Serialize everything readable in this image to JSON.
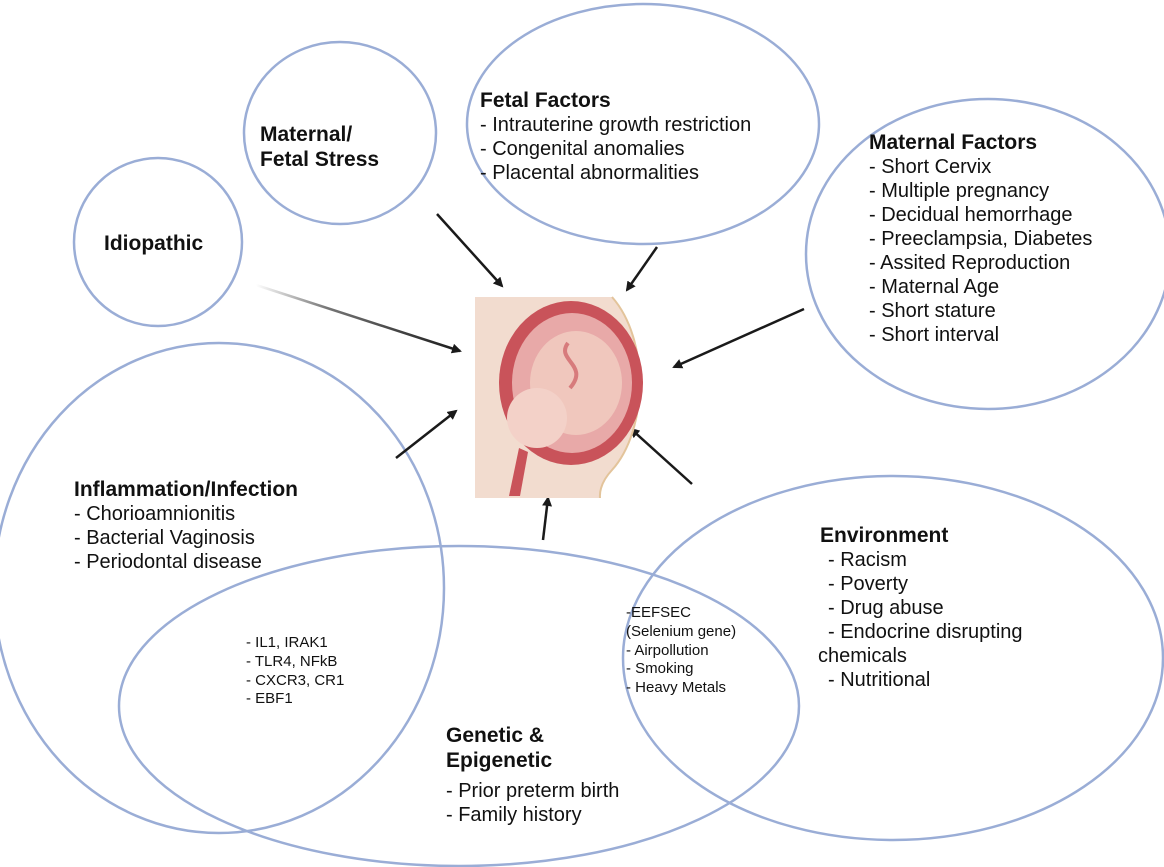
{
  "colors": {
    "circle_stroke": "#9aadd6",
    "arrow": "#1a1a1a",
    "uterus": "#c9535a",
    "skin": "#f2dccf"
  },
  "idiopathic": {
    "title": "Idiopathic"
  },
  "stress": {
    "title_line1": "Maternal/",
    "title_line2": "Fetal Stress"
  },
  "fetal": {
    "title": "Fetal Factors",
    "items": [
      "- Intrauterine growth restriction",
      "- Congenital anomalies",
      "- Placental abnormalities"
    ]
  },
  "maternal": {
    "title": "Maternal Factors",
    "items": [
      "- Short Cervix",
      "- Multiple pregnancy",
      "- Decidual hemorrhage",
      "- Preeclampsia, Diabetes",
      "- Assited Reproduction",
      "- Maternal Age",
      "- Short stature",
      "- Short interval"
    ]
  },
  "inflammation": {
    "title": "Inflammation/Infection",
    "items": [
      "- Chorioamnionitis",
      "- Bacterial Vaginosis",
      "- Periodontal disease"
    ]
  },
  "inflammation_genetic_overlap": {
    "items": [
      "- IL1, IRAK1",
      "- TLR4, NFkB",
      "- CXCR3, CR1",
      "- EBF1"
    ]
  },
  "genetic_environment_overlap": {
    "items": [
      "-EEFSEC",
      "(Selenium gene)",
      "- Airpollution",
      "- Smoking",
      "- Heavy Metals"
    ]
  },
  "environment": {
    "title": "Environment",
    "items": [
      "- Racism",
      "- Poverty",
      "- Drug abuse",
      "- Endocrine disrupting",
      "chemicals",
      "- Nutritional"
    ]
  },
  "genetic": {
    "title_line1": "Genetic &",
    "title_line2": "Epigenetic",
    "items": [
      "- Prior preterm birth",
      "- Family history"
    ]
  }
}
